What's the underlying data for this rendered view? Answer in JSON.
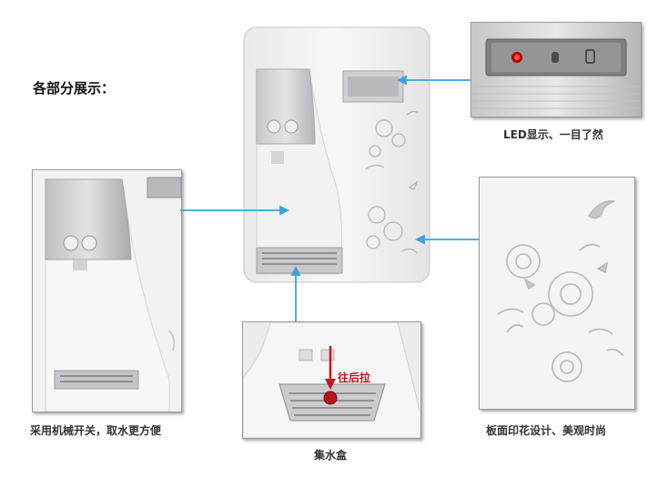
{
  "heading": "各部分展示：",
  "captions": {
    "led": "LED显示、一目了然",
    "switch": "采用机械开关，取水更方便",
    "panel": "板面印花设计、美观时尚",
    "tray": "集水盒"
  },
  "tray_annotation": "往后拉",
  "colors": {
    "arrow": "#3aa3e0",
    "annotation": "#d0101a"
  }
}
